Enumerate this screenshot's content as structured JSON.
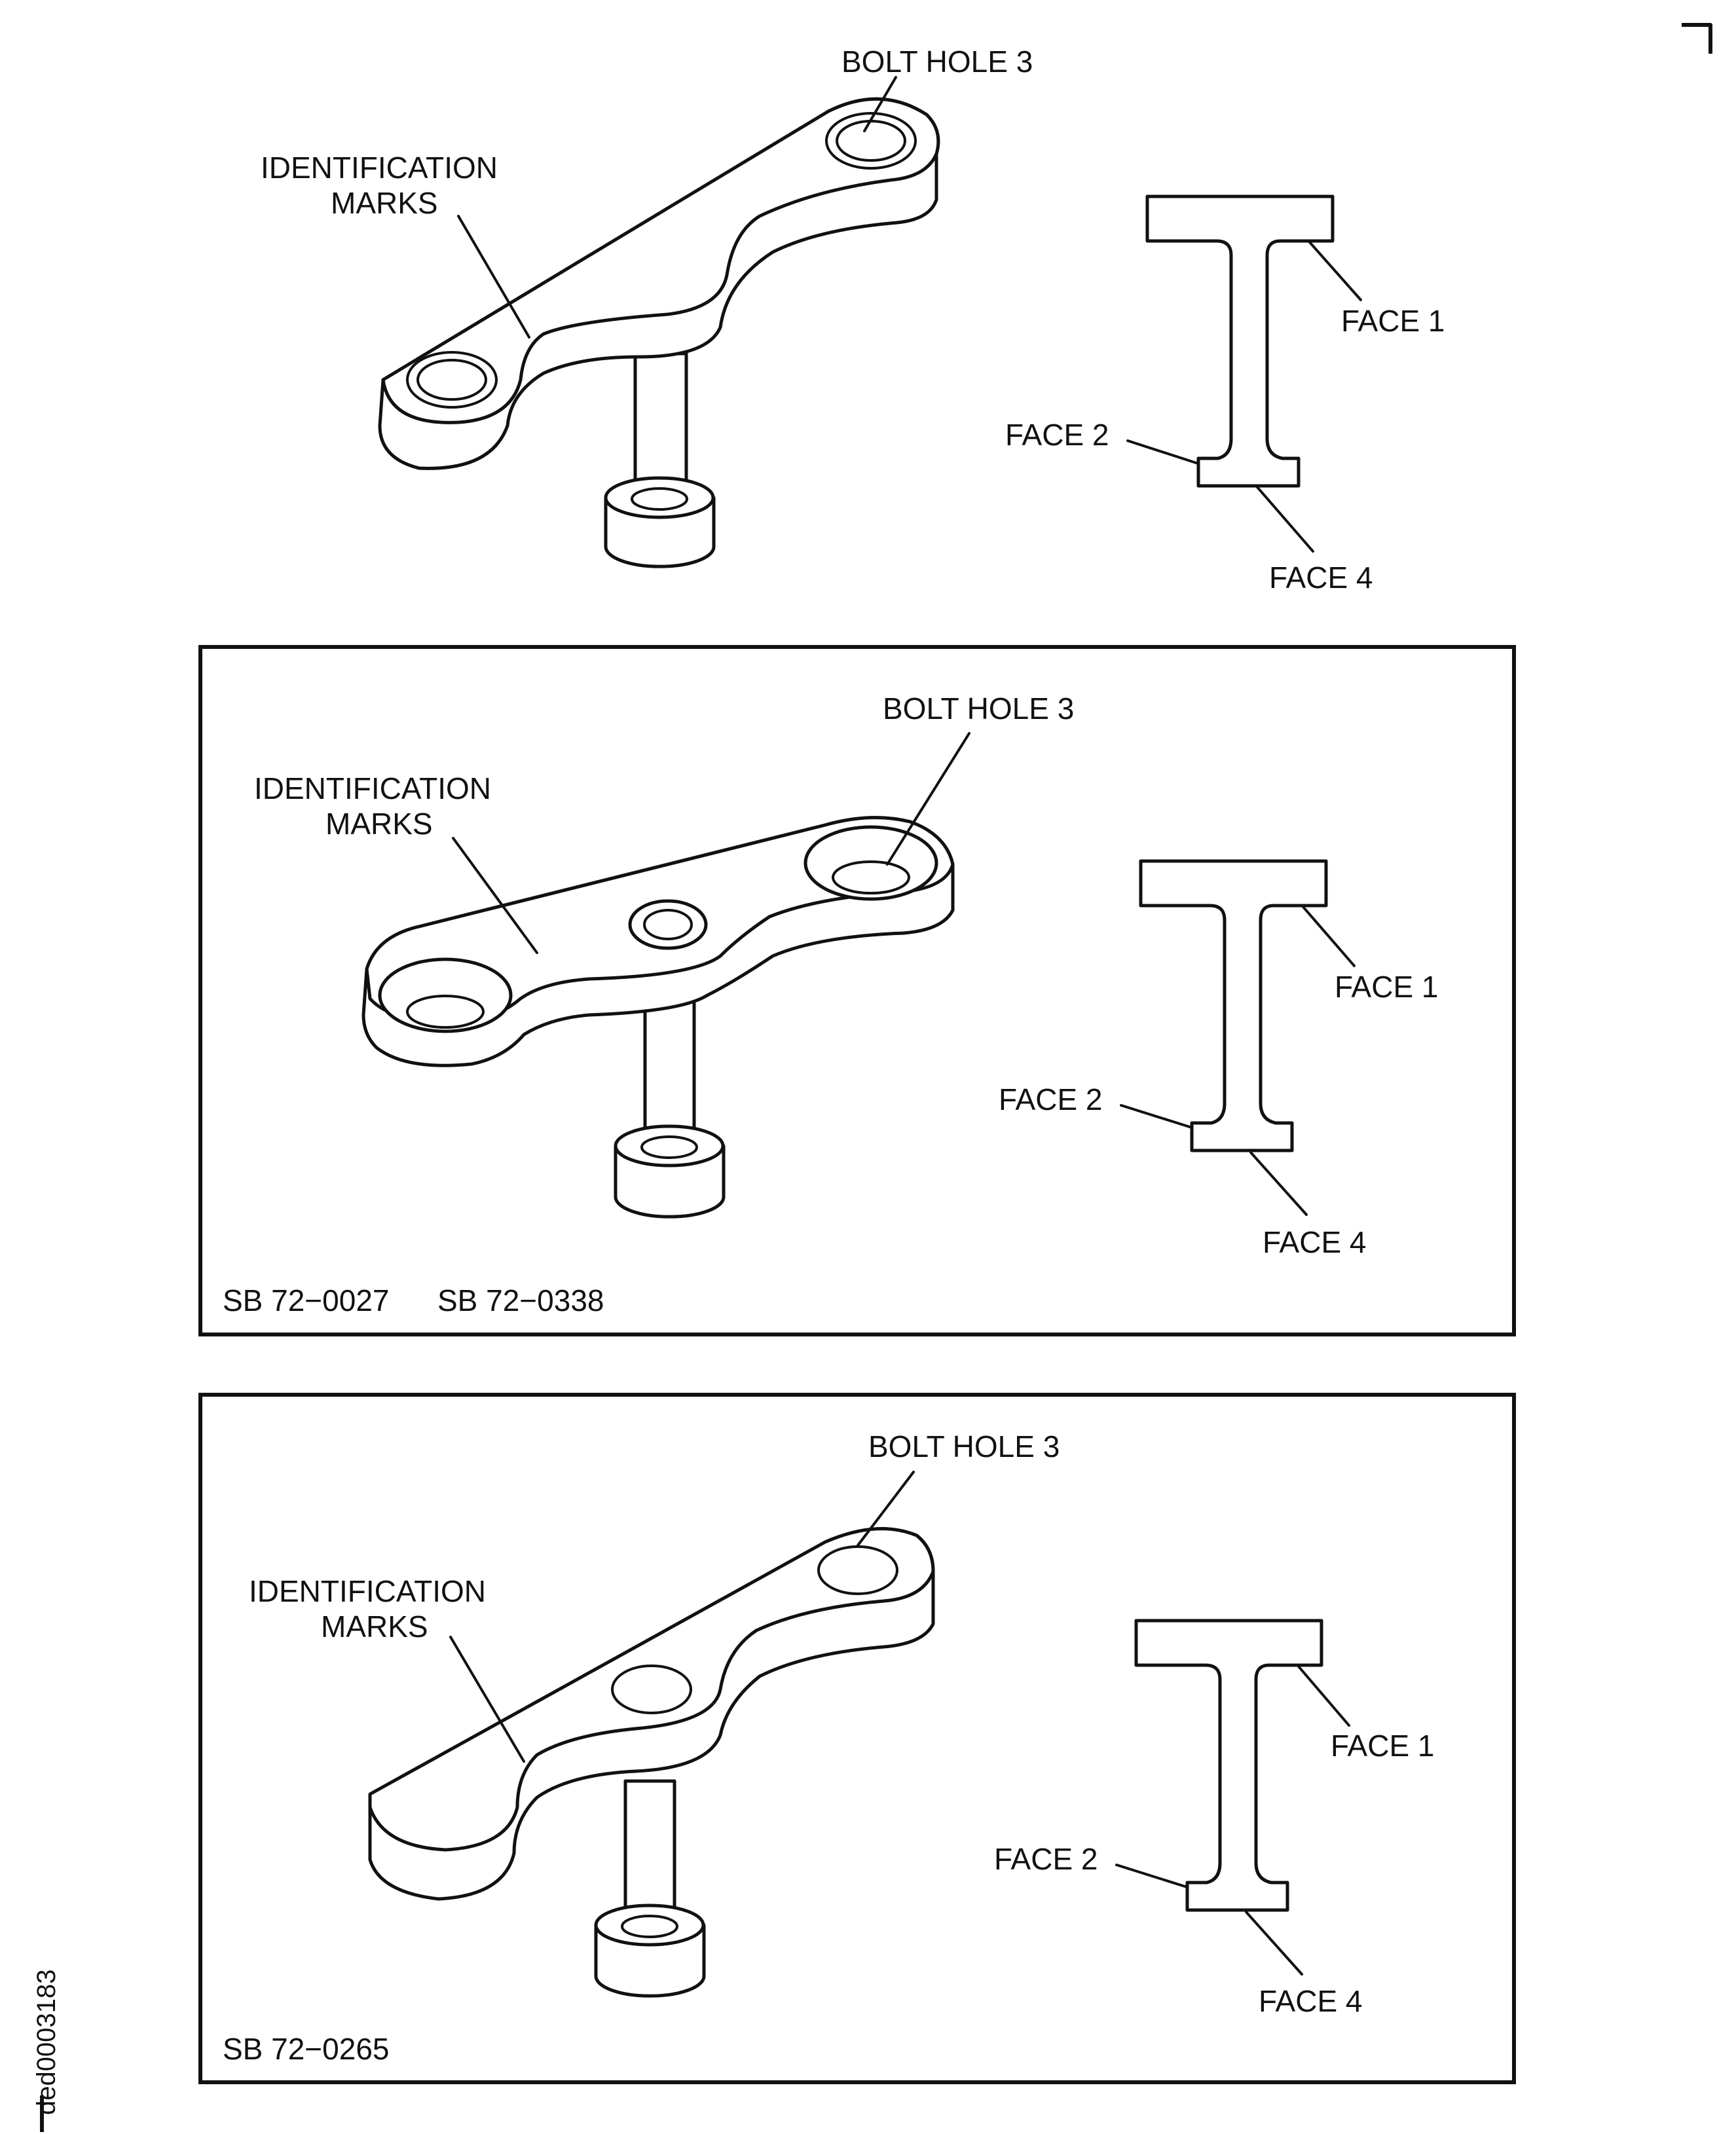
{
  "labels": {
    "bolt_hole": "BOLT HOLE 3",
    "id_marks_line1": "IDENTIFICATION",
    "id_marks_line2": "MARKS",
    "face1": "FACE 1",
    "face2": "FACE 2",
    "face4": "FACE 4"
  },
  "panel2": {
    "sb_a": "SB 72−0027",
    "sb_b": "SB 72−0338"
  },
  "panel3": {
    "sb_a": "SB 72−0265"
  },
  "drawing_id": "ded0003183"
}
